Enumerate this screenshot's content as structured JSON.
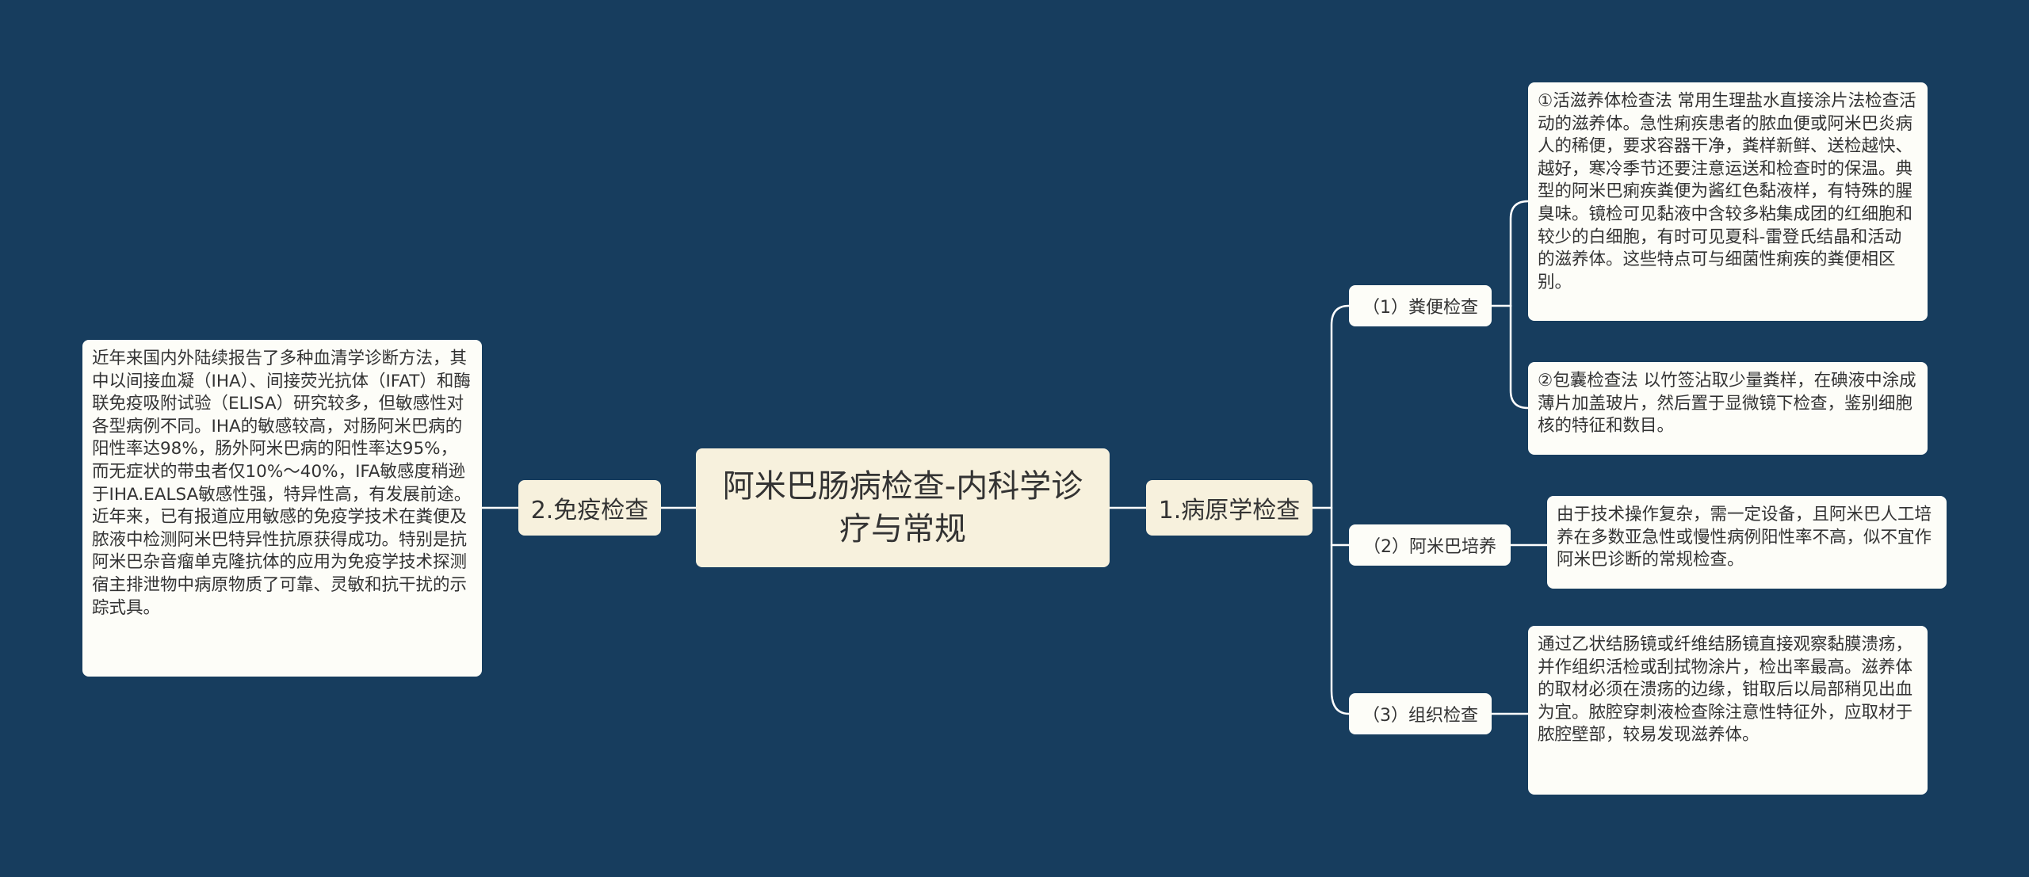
{
  "colors": {
    "background": "#173d5e",
    "line": "#ffffff",
    "root_fill": "#f7f1dd",
    "leaf_fill": "#fdfdf8"
  },
  "mindmap": {
    "root": "阿米巴肠病检查-内科学诊疗与常规",
    "branch_1": {
      "label": "1.病原学检查",
      "children": [
        {
          "label": "（1）粪便检查",
          "details": [
            "①活滋养体检查法 常用生理盐水直接涂片法检查活动的滋养体。急性痢疾患者的脓血便或阿米巴炎病人的稀便，要求容器干净，粪样新鲜、送检越快、越好，寒冷季节还要注意运送和检查时的保温。典型的阿米巴痢疾粪便为酱红色黏液样，有特殊的腥臭味。镜检可见黏液中含较多粘集成团的红细胞和较少的白细胞，有时可见夏科-雷登氏结晶和活动的滋养体。这些特点可与细菌性痢疾的粪便相区别。",
            "②包囊检查法 以竹签沾取少量粪样，在碘液中涂成薄片加盖玻片，然后置于显微镜下检查，鉴别细胞核的特征和数目。"
          ]
        },
        {
          "label": "（2）阿米巴培养",
          "details": [
            "由于技术操作复杂，需一定设备，且阿米巴人工培养在多数亚急性或慢性病例阳性率不高，似不宜作阿米巴诊断的常规检查。"
          ]
        },
        {
          "label": "（3）组织检查",
          "details": [
            "通过乙状结肠镜或纤维结肠镜直接观察黏膜溃疡，并作组织活检或刮拭物涂片，检出率最高。滋养体的取材必须在溃疡的边缘，钳取后以局部稍见出血为宜。脓腔穿刺液检查除注意性特征外，应取材于脓腔壁部，较易发现滋养体。"
          ]
        }
      ]
    },
    "branch_2": {
      "label": "2.免疫检查",
      "detail": "近年来国内外陆续报告了多种血清学诊断方法，其中以间接血凝（IHA）、间接荧光抗体（IFAT）和酶联免疫吸附试验（ELISA）研究较多，但敏感性对各型病例不同。IHA的敏感较高，对肠阿米巴病的阳性率达98%，肠外阿米巴病的阳性率达95%，而无症状的带虫者仅10%～40%，IFA敏感度稍逊于IHA.EALSA敏感性强，特异性高，有发展前途。近年来，已有报道应用敏感的免疫学技术在粪便及脓液中检测阿米巴特异性抗原获得成功。特别是抗阿米巴杂音瘤单克隆抗体的应用为免疫学技术探测宿主排泄物中病原物质了可靠、灵敏和抗干扰的示踪式具。"
    }
  }
}
